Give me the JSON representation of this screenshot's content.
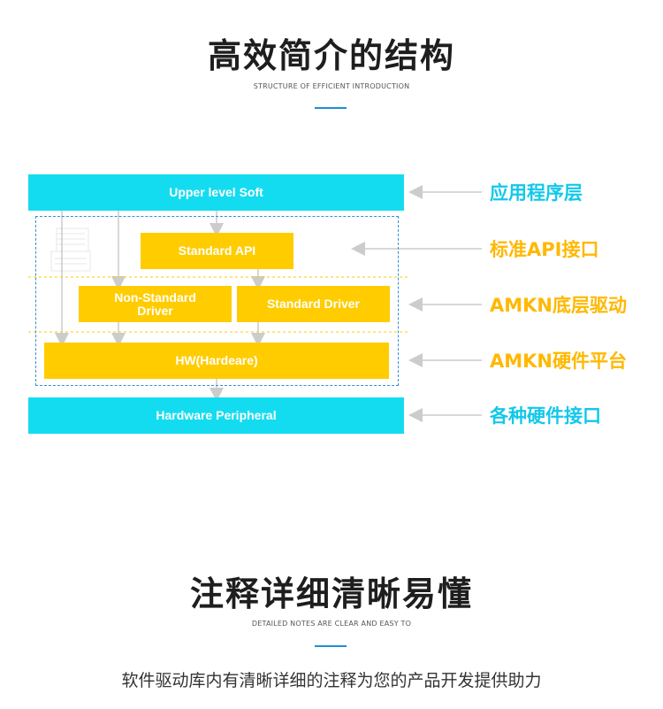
{
  "section1": {
    "title": "高效简介的结构",
    "subtitle": "STRUCTURE OF EFFICIENT INTRODUCTION"
  },
  "diagram": {
    "nodes": {
      "upper": "Upper level Soft",
      "api": "Standard API",
      "nonstd": "Non-Standard\nDriver",
      "stddriver": "Standard Driver",
      "hw": "HW(Hardeare)",
      "peripheral": "Hardware Peripheral"
    },
    "labels": {
      "app_layer": "应用程序层",
      "api_iface": "标准API接口",
      "driver_layer": "AMKN底层驱动",
      "hw_platform": "AMKN硬件平台",
      "hw_iface": "各种硬件接口"
    },
    "colors": {
      "cyan": "#14dcf0",
      "yellow": "#ffcc00",
      "cyan_text": "#12c8ea",
      "yellow_text": "#ffb800",
      "frame": "#2f8fd8"
    }
  },
  "section2": {
    "title": "注释详细清晰易懂",
    "subtitle": "DETAILED NOTES ARE CLEAR AND EASY TO",
    "description": "软件驱动库内有清晰详细的注释为您的产品开发提供助力"
  }
}
